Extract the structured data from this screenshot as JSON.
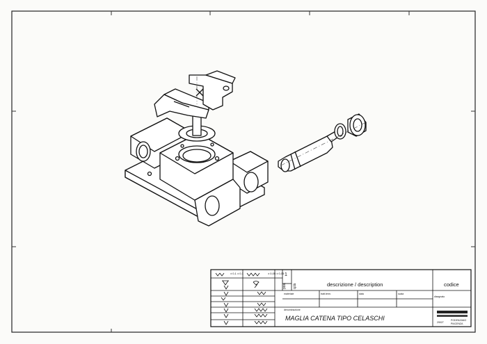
{
  "title_block": {
    "tolerance_1": "± 0,1\n± 0,1",
    "tolerance_2": "± 0,05\n± 0,05",
    "number": "1",
    "pos_label": "pos.",
    "qty_label": "q.tà",
    "description_header": "descrizione  /  description",
    "code_header": "codice",
    "materiale_label": "materiale",
    "tratt_label": "tratt.term.",
    "data_label": "data",
    "scala_label": "scala",
    "disegno_label": "disegnato",
    "denominazione_label": "denominazione",
    "part_name": "MAGLIA CATENA TIPO CELASCHI",
    "company_postcode": "29027",
    "company_city": "PODENZANO",
    "company_province": "PIACENZA"
  }
}
